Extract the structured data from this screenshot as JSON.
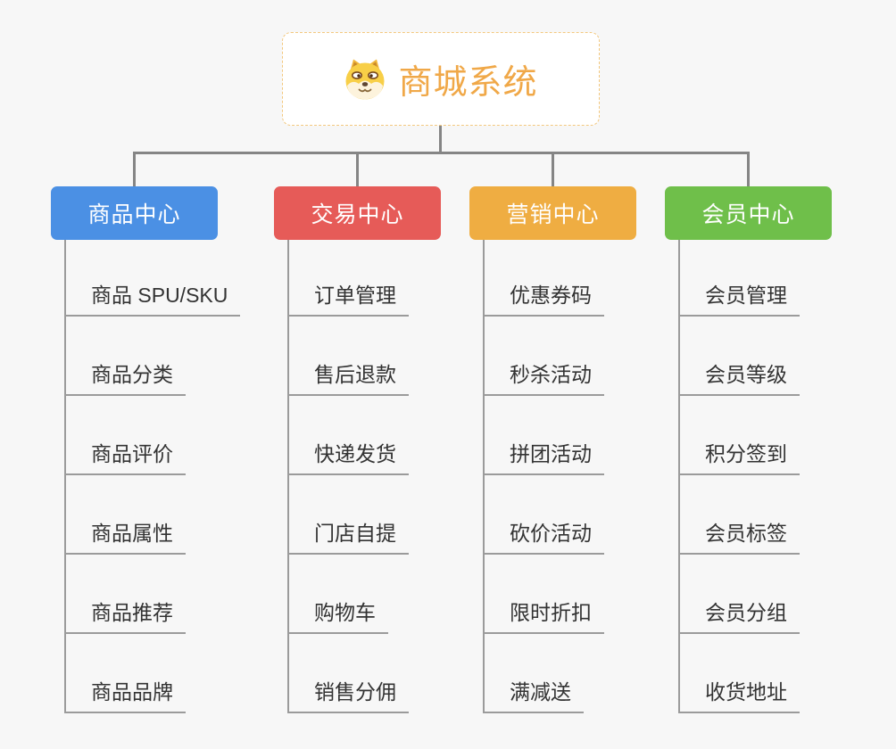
{
  "root": {
    "title": "商城系统",
    "icon": "shiba-dog-icon",
    "accent_color": "#F0A848",
    "border_color": "#F3C87E"
  },
  "branches": [
    {
      "title": "商品中心",
      "color": "#4B90E4",
      "items": [
        "商品 SPU/SKU",
        "商品分类",
        "商品评价",
        "商品属性",
        "商品推荐",
        "商品品牌"
      ]
    },
    {
      "title": "交易中心",
      "color": "#E65B58",
      "items": [
        "订单管理",
        "售后退款",
        "快递发货",
        "门店自提",
        "购物车",
        "销售分佣"
      ]
    },
    {
      "title": "营销中心",
      "color": "#EFAD42",
      "items": [
        "优惠券码",
        "秒杀活动",
        "拼团活动",
        "砍价活动",
        "限时折扣",
        "满减送"
      ]
    },
    {
      "title": "会员中心",
      "color": "#6FBF4A",
      "items": [
        "会员管理",
        "会员等级",
        "积分签到",
        "会员标签",
        "会员分组",
        "收货地址"
      ]
    }
  ]
}
